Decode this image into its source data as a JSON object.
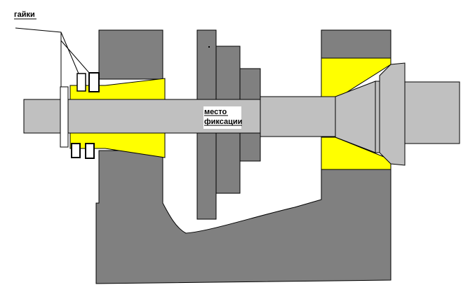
{
  "labels": {
    "nuts": "гайки",
    "fixation_line1": "место",
    "fixation_line2": "фиксации"
  },
  "colors": {
    "housing": "#808080",
    "shaft": "#c0c0c0",
    "yellow_part": "#ffff00",
    "outline": "#000000",
    "background": "#ffffff"
  }
}
